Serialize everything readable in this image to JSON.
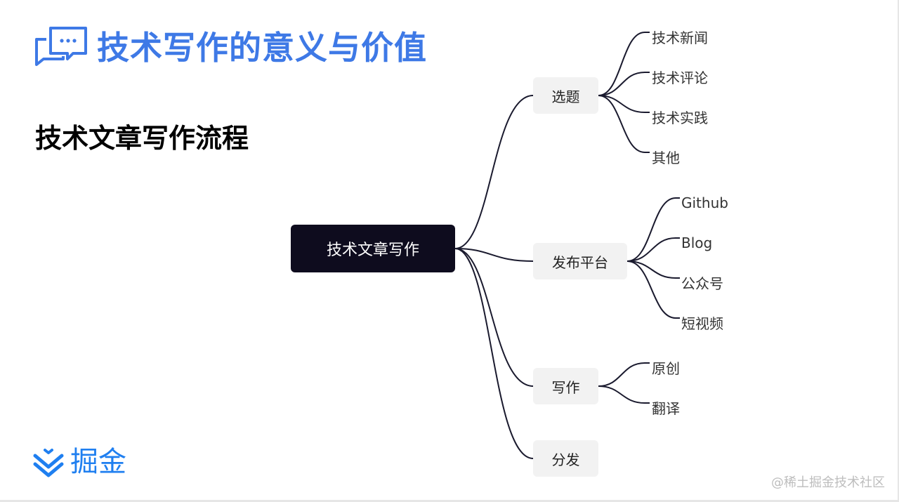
{
  "header": {
    "title": "技术写作的意义与价值",
    "icon": "chat-bubbles-icon"
  },
  "subtitle": "技术文章写作流程",
  "mindmap": {
    "root": "技术文章写作",
    "branches": [
      {
        "label": "选题",
        "children": [
          "技术新闻",
          "技术评论",
          "技术实践",
          "其他"
        ]
      },
      {
        "label": "发布平台",
        "children": [
          "Github",
          "Blog",
          "公众号",
          "短视频"
        ]
      },
      {
        "label": "写作",
        "children": [
          "原创",
          "翻译"
        ]
      },
      {
        "label": "分发",
        "children": []
      }
    ]
  },
  "logo": {
    "text": "掘金",
    "icon": "juejin-logo-icon"
  },
  "watermark": "@稀土掘金技术社区",
  "colors": {
    "title_blue": "#3e79e6",
    "root_bg": "#0e0c1e",
    "node_bg": "#f2f2f2",
    "logo_blue": "#1f7ff0",
    "line": "#1a1a2e"
  }
}
